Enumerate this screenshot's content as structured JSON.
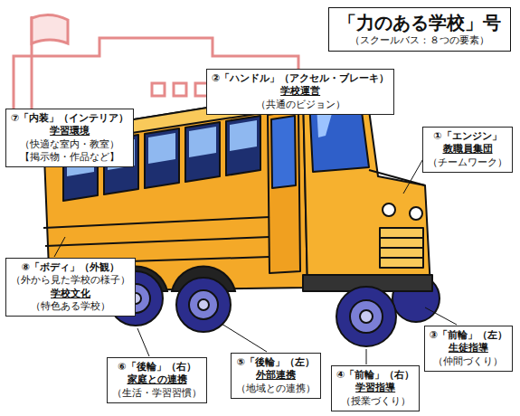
{
  "diagram": {
    "nodes": [
      {
        "text": [
          "「力のある学校」号",
          "（スクールバス：８つの要素）"
        ]
      },
      {
        "text": [
          "②「ハンドル」（アクセル・ブレーキ）",
          "学校運営",
          "（共通のビジョン）"
        ]
      },
      {
        "text": [
          "⑦「内装」（インテリア）",
          "学習環境",
          "（快適な室内・教室）",
          "【掲示物・作品など】"
        ]
      },
      {
        "text": [
          "①「エンジン」",
          "教職員集団",
          "（チームワーク）"
        ]
      },
      {
        "text": [
          "⑧「ボディ」（外観）",
          "（外から見た学校の様子）",
          "学校文化",
          "（特色ある学校）"
        ]
      },
      {
        "text": [
          "③「前輪」（左）",
          "生徒指導",
          "（仲間づくり）"
        ]
      },
      {
        "text": [
          "⑥「後輪」（右）",
          "家庭との連携",
          "（生活・学習習慣）"
        ]
      },
      {
        "text": [
          "⑤「後輪」（左）",
          "外部連携",
          "（地域との連携）"
        ]
      },
      {
        "text": [
          "④「前輪」（右）",
          "学習指導",
          "（授業づくり）"
        ]
      }
    ]
  }
}
